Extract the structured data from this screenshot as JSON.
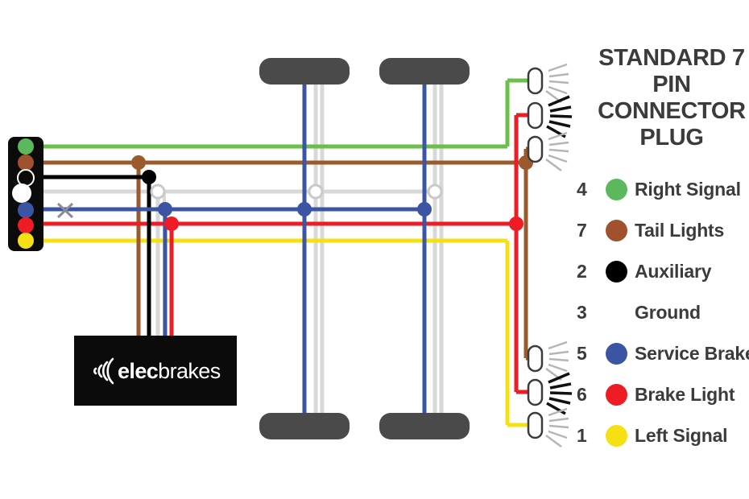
{
  "legend": {
    "title": "STANDARD 7 PIN CONNECTOR PLUG",
    "title_line1": "STANDARD 7",
    "title_line2": "PIN CONNECTOR",
    "title_line3": "PLUG",
    "items": [
      {
        "pin": "4",
        "label": "Right Signal",
        "color": "#5cb85c",
        "has_dot": true
      },
      {
        "pin": "7",
        "label": "Tail Lights",
        "color": "#a0522d",
        "has_dot": true
      },
      {
        "pin": "2",
        "label": "Auxiliary",
        "color": "#000000",
        "has_dot": true
      },
      {
        "pin": "3",
        "label": "Ground",
        "color": "#ffffff",
        "has_dot": false
      },
      {
        "pin": "5",
        "label": "Service Brakes",
        "color": "#3b55a4",
        "has_dot": true
      },
      {
        "pin": "6",
        "label": "Brake Light",
        "color": "#ee1c25",
        "has_dot": true
      },
      {
        "pin": "1",
        "label": "Left Signal",
        "color": "#f5e014",
        "has_dot": true
      }
    ]
  },
  "device": {
    "name": "elecbrakes",
    "word_bold": "elec",
    "word_light": "brakes",
    "body_color": "#0b0b0b",
    "text_color": "#ffffff"
  },
  "connector_plug": {
    "body_color": "#0b0b0b",
    "pins": [
      {
        "name": "right-signal",
        "color": "#5cb85c"
      },
      {
        "name": "tail-lights",
        "color": "#a0522d"
      },
      {
        "name": "auxiliary",
        "color": "#000000"
      },
      {
        "name": "ground",
        "color": "#ffffff"
      },
      {
        "name": "service-brake",
        "color": "#3b55a4"
      },
      {
        "name": "brake-light",
        "color": "#ee1c25"
      },
      {
        "name": "left-signal",
        "color": "#f5e014"
      }
    ]
  },
  "wires": {
    "green": "#6cbf4b",
    "brown": "#9b5a2b",
    "black": "#000000",
    "white": "#d8d8d8",
    "blue": "#3b55a4",
    "red": "#ee1c25",
    "yellow": "#f5e014"
  },
  "parts": {
    "wheel_color": "#4a4a4a",
    "lamp_fill": "#ffffff",
    "lamp_stroke": "#3b3b3b",
    "ray_grey": "#b5b5b5",
    "ray_black": "#111111",
    "cross_mark_color": "#8b8b99"
  }
}
